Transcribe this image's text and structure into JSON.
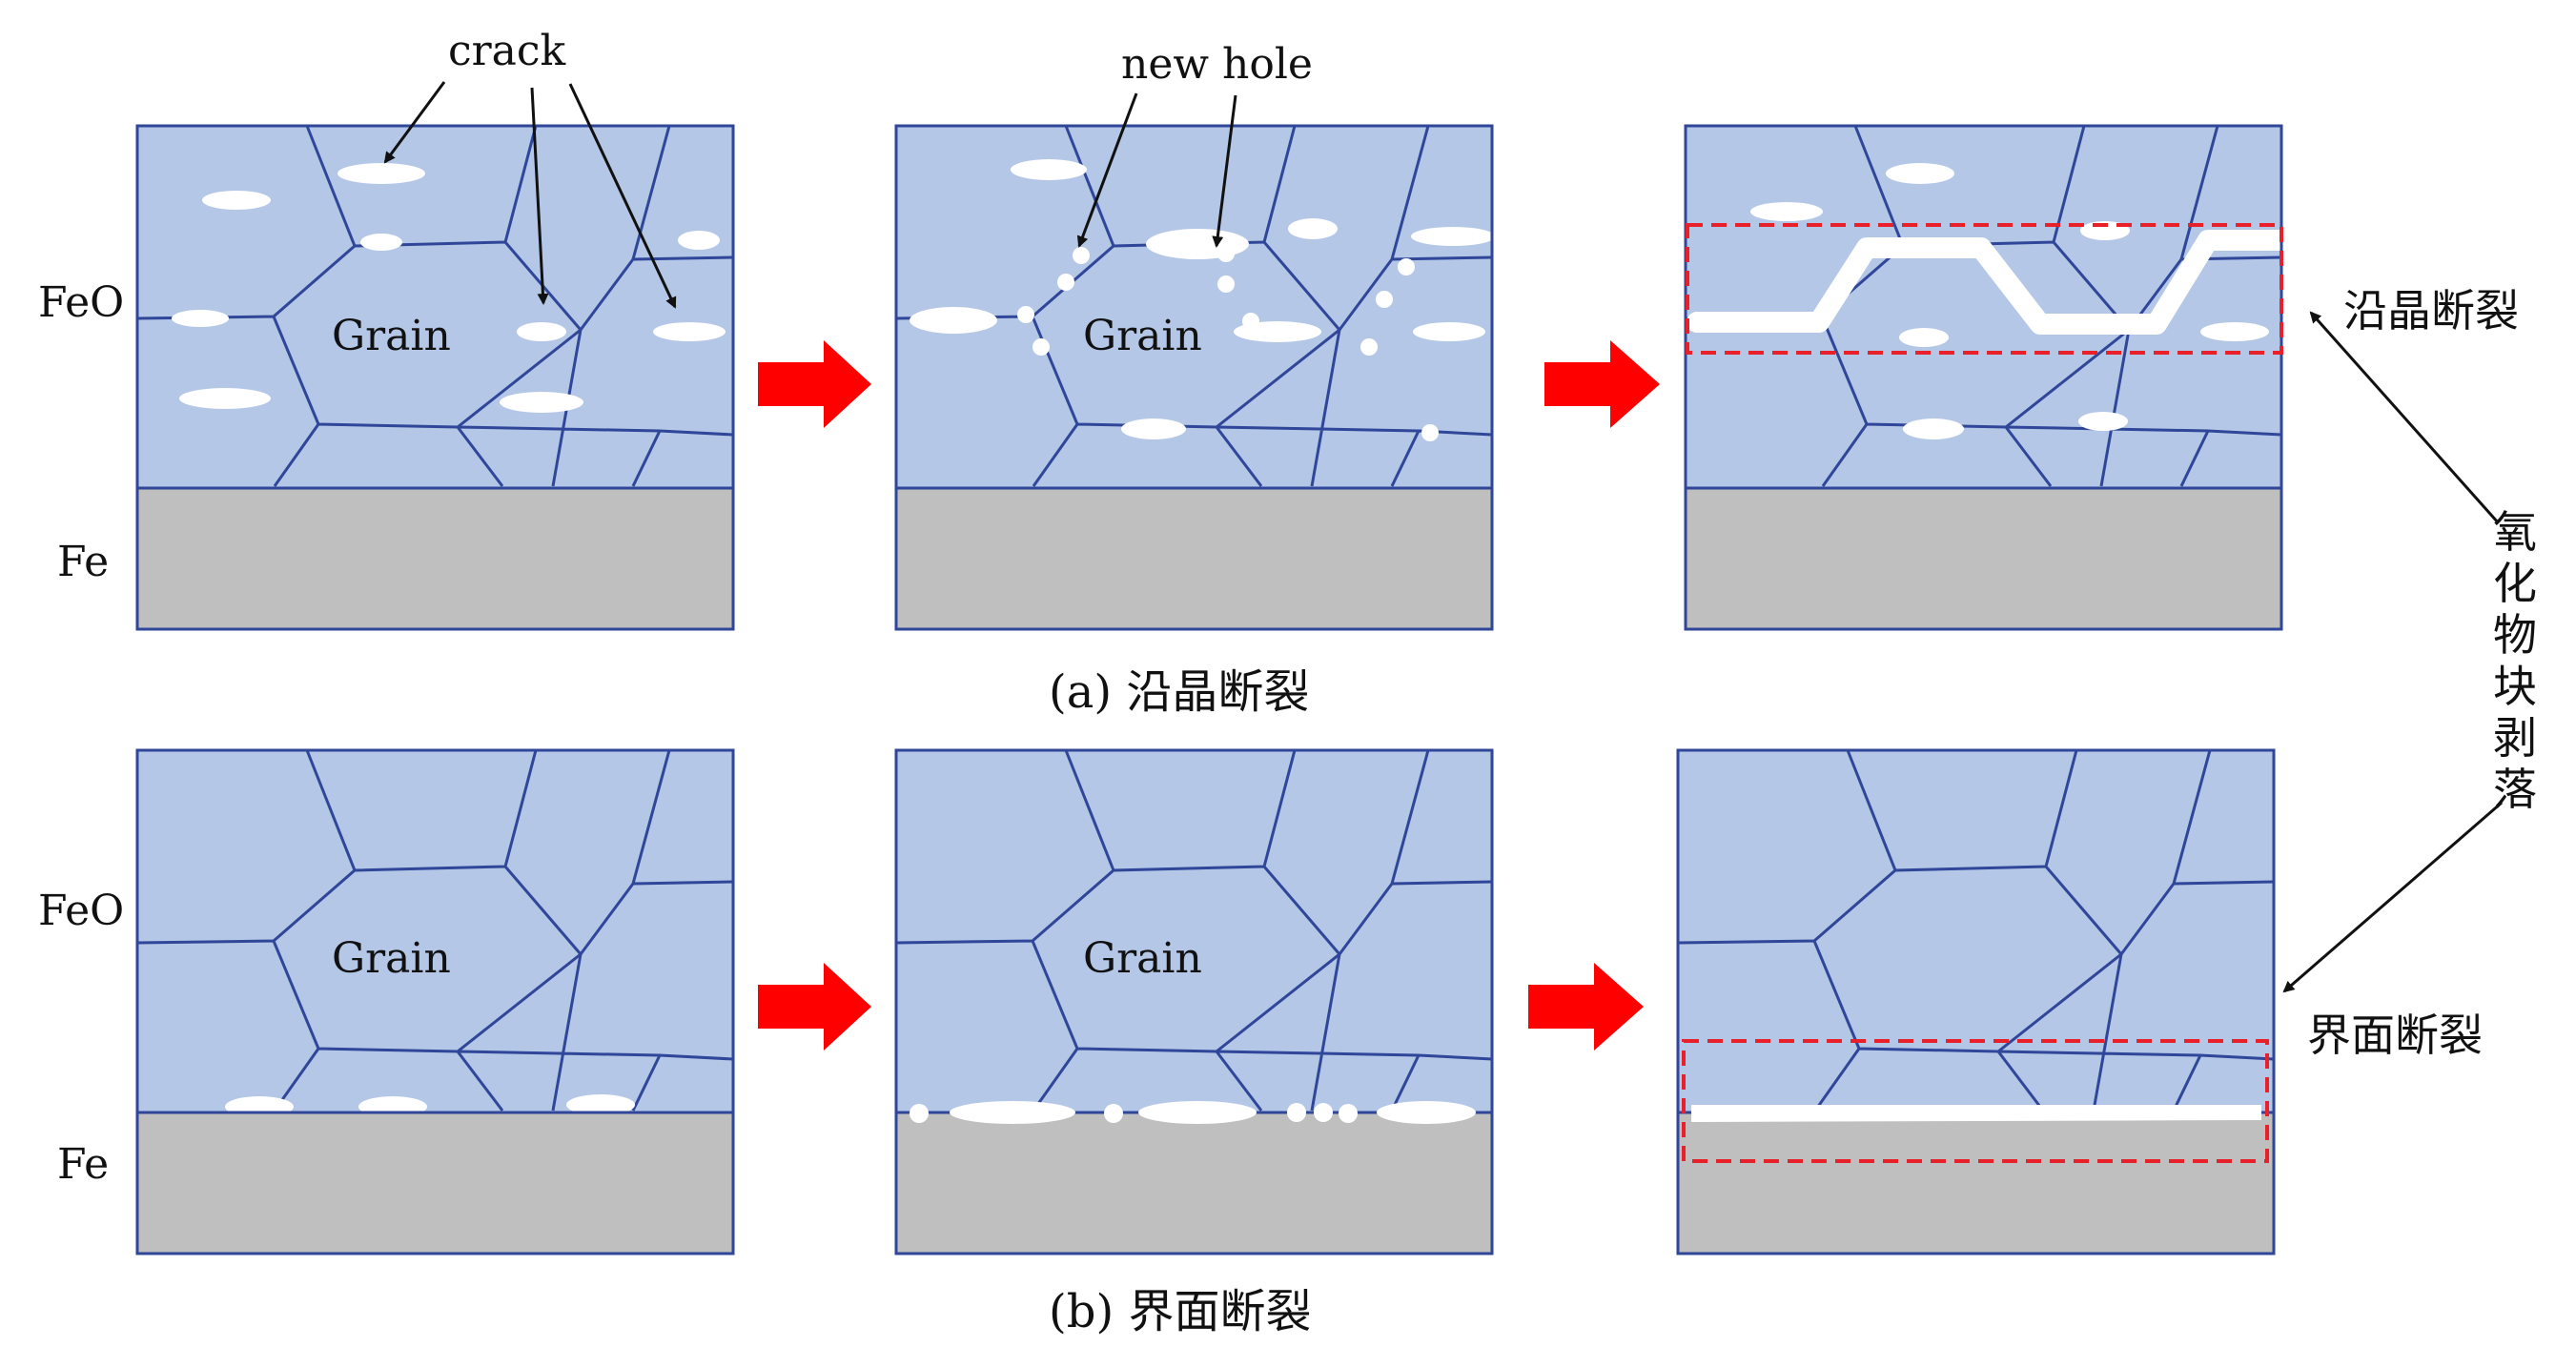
{
  "labels": {
    "crack": "crack",
    "new_hole": "new hole",
    "grain": "Grain",
    "feo": "FeO",
    "fe": "Fe",
    "intergranular": "沿晶断裂",
    "interface": "界面断裂",
    "spallation": "氧化物块剥落",
    "caption_a": "(a) 沿晶断裂",
    "caption_b": "(b) 界面断裂"
  },
  "colors": {
    "oxide_fill": "#b4c7e7",
    "grain_boundary": "#2f4699",
    "metal_fill": "#bfbfbf",
    "void": "#ffffff",
    "process_arrow": "#ff0000",
    "dashed_box": "#e8202a"
  },
  "icons": {
    "process_arrow": "right-block-arrow-icon"
  }
}
